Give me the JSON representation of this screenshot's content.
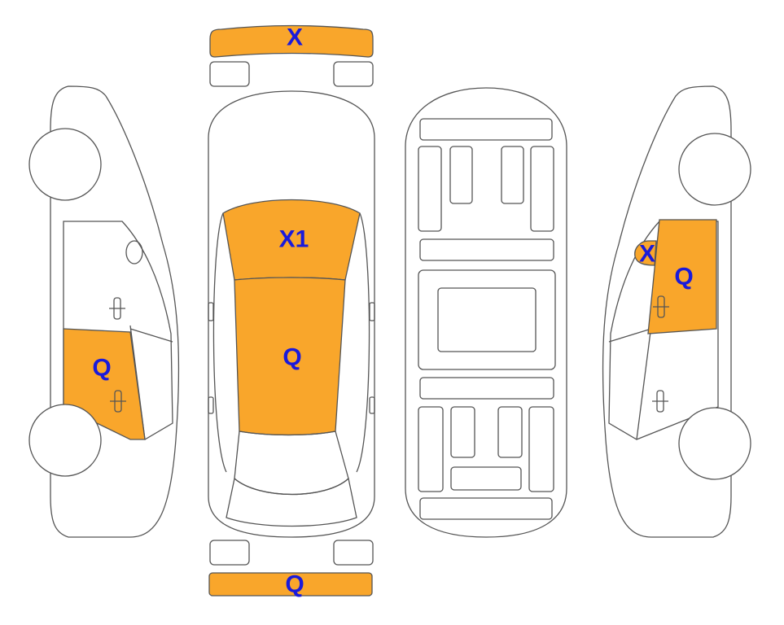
{
  "colors": {
    "damage_fill": "#f9a62b",
    "code_text": "#1a1adb",
    "outline": "#555555"
  },
  "damage_codes": {
    "front_bumper": "X",
    "windshield": "X1",
    "roof": "Q",
    "rear_bumper": "Q",
    "left_rear_door": "Q",
    "right_rear_quarter": "X",
    "right_rear_door": "Q"
  }
}
